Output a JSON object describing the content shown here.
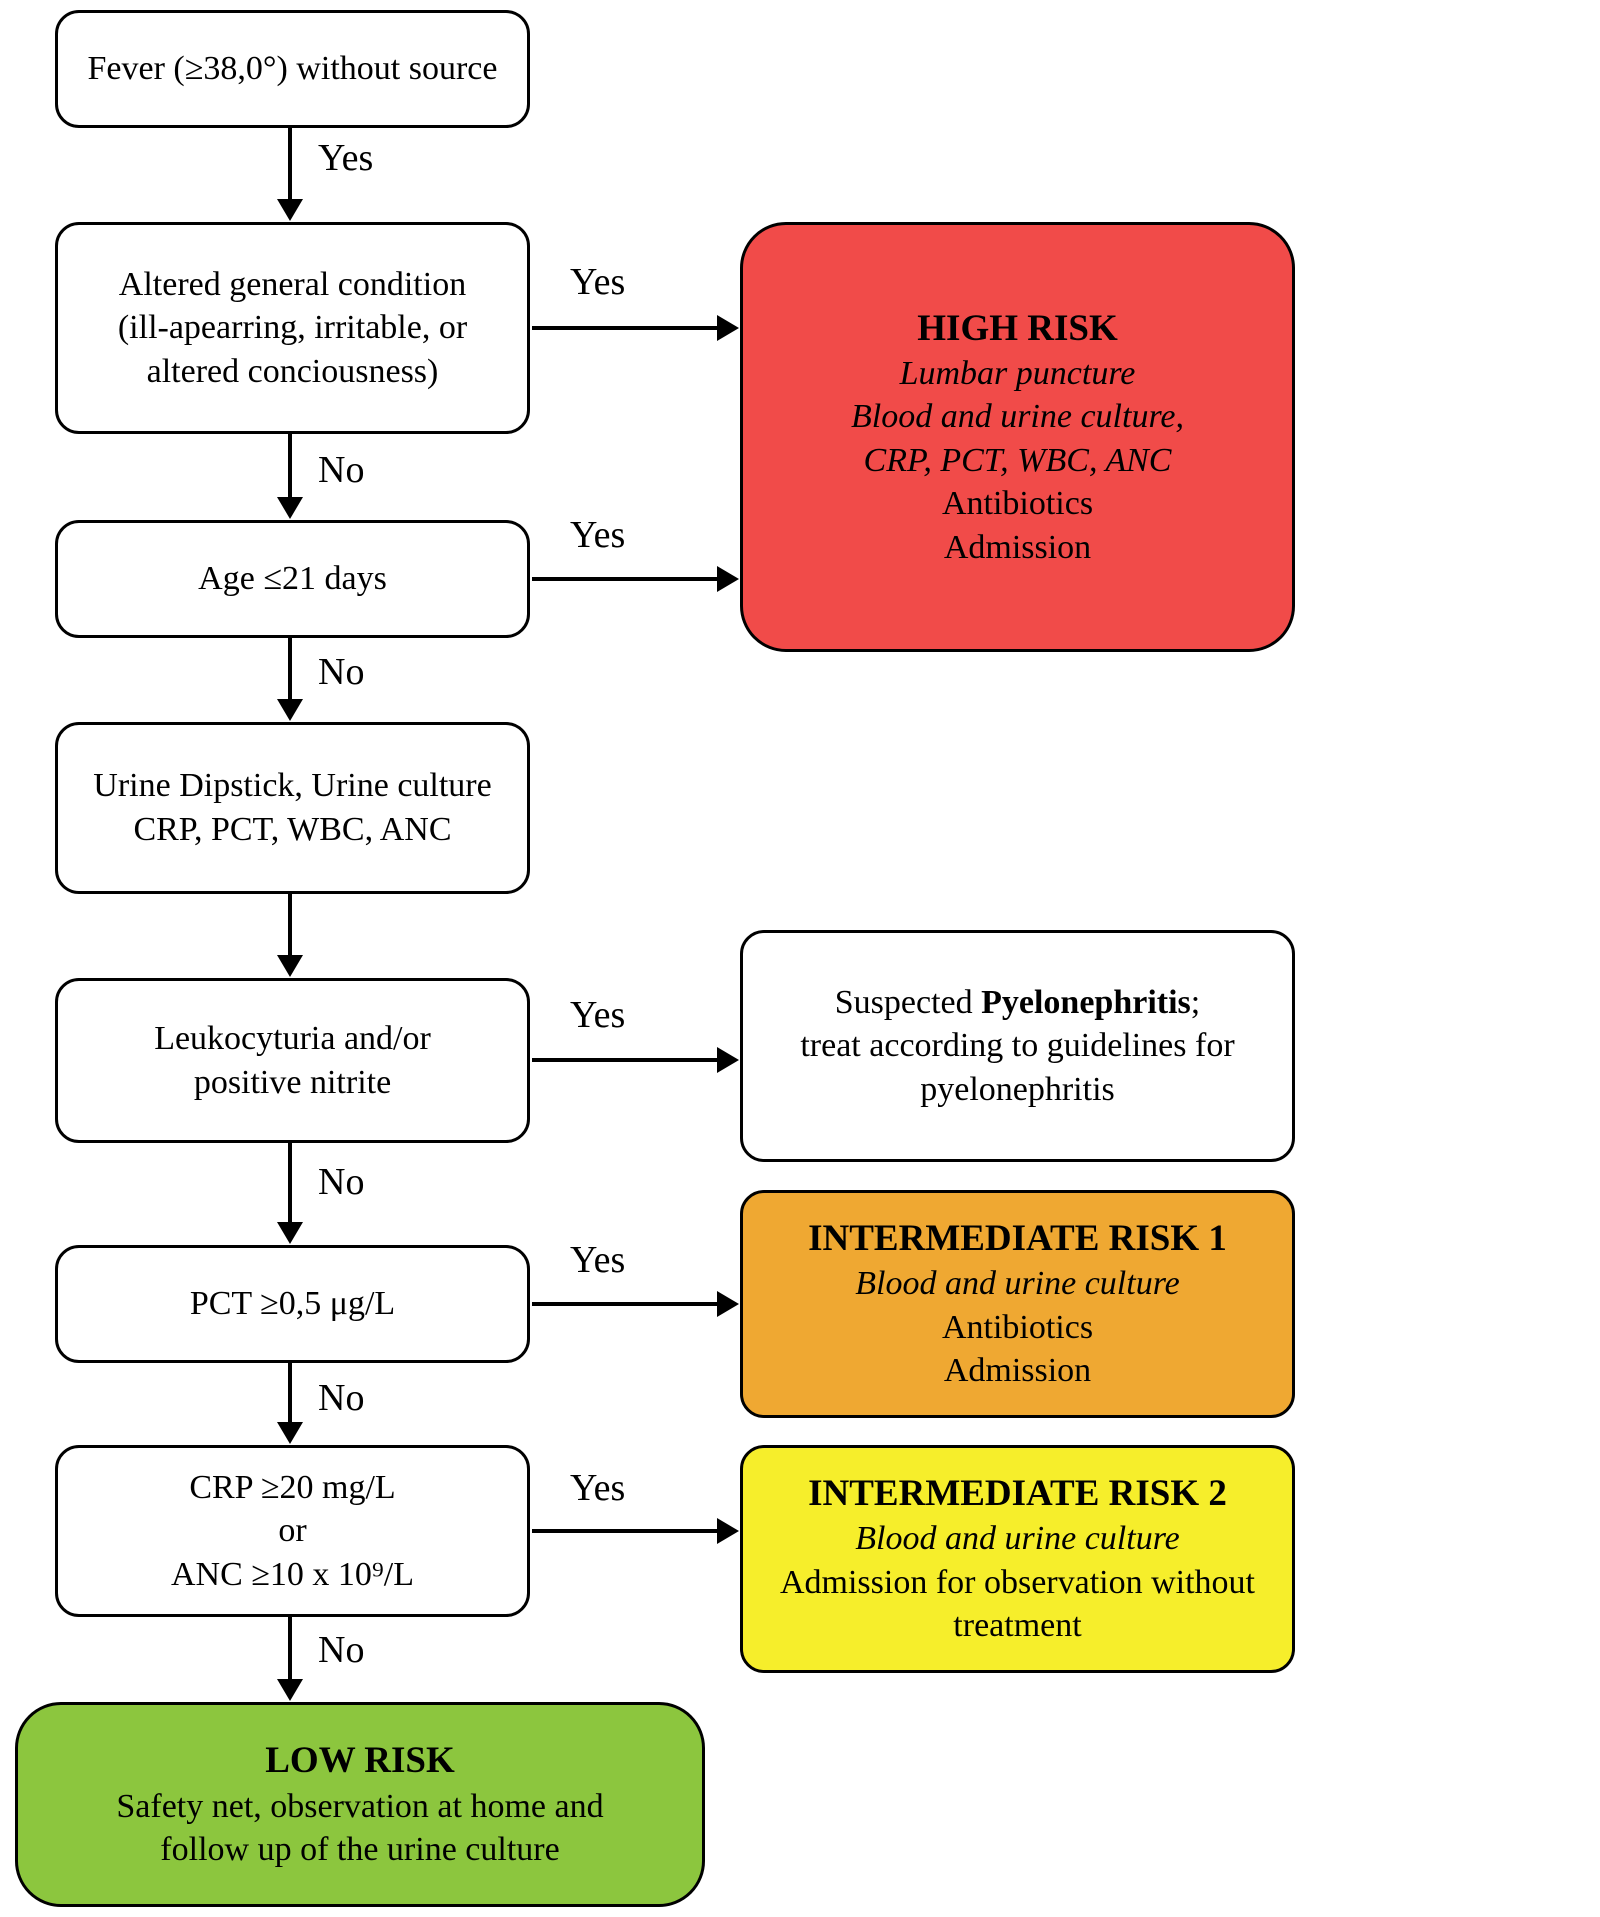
{
  "labels": {
    "yes": "Yes",
    "no": "No"
  },
  "colors": {
    "high_risk_bg": "#f14b49",
    "intermediate_risk_1_bg": "#efa832",
    "intermediate_risk_2_bg": "#f6ee2b",
    "low_risk_bg": "#8cc63e",
    "node_bg": "#ffffff",
    "border": "#000000"
  },
  "nodes": {
    "fever": {
      "lines": [
        "Fever (≥38,0°) without source"
      ]
    },
    "altered_condition": {
      "lines": [
        "Altered general condition",
        "(ill-apearring, irritable, or",
        "altered conciousness)"
      ]
    },
    "age": {
      "lines": [
        "Age ≤21 days"
      ]
    },
    "urine_tests": {
      "lines": [
        "Urine Dipstick, Urine culture",
        "CRP, PCT, WBC, ANC"
      ]
    },
    "leukocyturia": {
      "lines": [
        "Leukocyturia and/or",
        "positive nitrite"
      ]
    },
    "pct": {
      "lines": [
        "PCT ≥0,5 μg/L"
      ]
    },
    "crp_anc": {
      "lines": [
        "CRP ≥20 mg/L",
        "or",
        "ANC ≥10 x 10⁹/L"
      ]
    },
    "high_risk": {
      "title": "HIGH RISK",
      "italic_lines": [
        "Lumbar puncture",
        "Blood and urine culture,",
        "CRP, PCT, WBC, ANC"
      ],
      "plain_lines": [
        "Antibiotics",
        "Admission"
      ]
    },
    "pyelonephritis": {
      "line1_prefix": "Suspected ",
      "line1_bold": "Pyelonephritis",
      "line1_suffix": ";",
      "lines": [
        "treat according to guidelines for",
        "pyelonephritis"
      ]
    },
    "intermediate_risk_1": {
      "title": "INTERMEDIATE RISK 1",
      "italic_lines": [
        "Blood and urine culture"
      ],
      "plain_lines": [
        "Antibiotics",
        "Admission"
      ]
    },
    "intermediate_risk_2": {
      "title": "INTERMEDIATE RISK 2",
      "italic_lines": [
        "Blood and urine culture"
      ],
      "plain_lines": [
        "Admission for observation without",
        "treatment"
      ]
    },
    "low_risk": {
      "title": "LOW RISK",
      "lines": [
        "Safety net, observation at home and",
        "follow up of the urine culture"
      ]
    }
  }
}
